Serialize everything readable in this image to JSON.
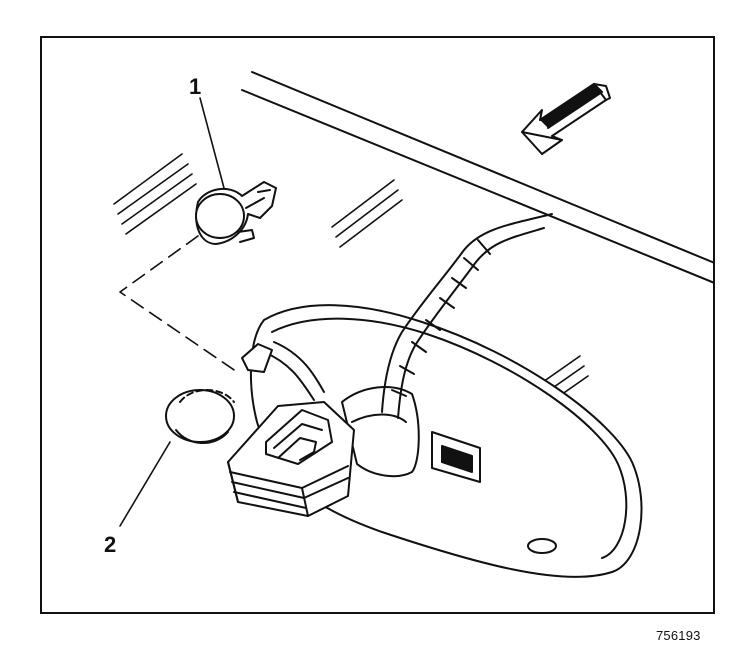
{
  "callouts": {
    "one": "1",
    "two": "2"
  },
  "figure_id": "756193",
  "colors": {
    "ink": "#111111",
    "paper": "#ffffff"
  },
  "icons": {
    "direction_arrow": "arrow-forward-icon"
  }
}
